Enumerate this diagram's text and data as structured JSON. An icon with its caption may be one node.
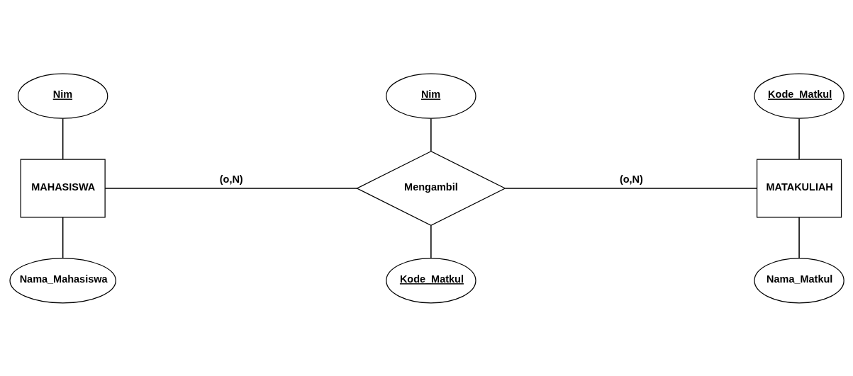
{
  "diagram": {
    "nodes": [
      {
        "text": [
          "Nim"
        ]
      },
      {
        "text": [
          "MAHASISWA"
        ]
      },
      {
        "text": [
          "Nama_Mahasiswa"
        ]
      },
      {
        "text": [
          "Nim"
        ]
      },
      {
        "text": [
          "Mengambil"
        ]
      },
      {
        "text": [
          "Kode_Matkul"
        ]
      },
      {
        "text": [
          "Kode_Matkul"
        ]
      },
      {
        "text": [
          "MATAKULIAH"
        ]
      },
      {
        "text": [
          "Nama_Matkul"
        ]
      }
    ],
    "edges": [
      {
        "from": 0,
        "to": 1,
        "arrow": "none"
      },
      {
        "from": 1,
        "to": 2,
        "arrow": "none"
      },
      {
        "from": 3,
        "to": 4,
        "arrow": "none"
      },
      {
        "from": 4,
        "to": 5,
        "arrow": "none"
      },
      {
        "from": 6,
        "to": 7,
        "arrow": "none"
      },
      {
        "from": 7,
        "to": 8,
        "arrow": "none"
      },
      {
        "from": 1,
        "to": 4,
        "label": "(o,N)",
        "arrow": "none"
      },
      {
        "from": 4,
        "to": 7,
        "label": "(o,N)",
        "arrow": "none"
      }
    ]
  }
}
